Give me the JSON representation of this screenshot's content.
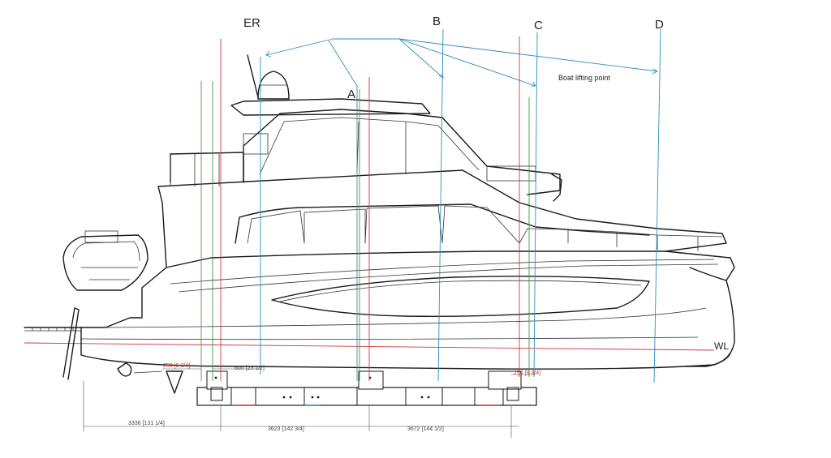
{
  "section_labels": {
    "er": "ER",
    "a": "A",
    "b": "B",
    "c": "C",
    "d": "D"
  },
  "annotations": {
    "lifting": "Boat lifting point",
    "waterline": "WL"
  },
  "dimensions": {
    "aft_offset": "250 [9 3/4]",
    "mid_offset": "600 [23 1/2]",
    "fwd_offset": "250 [9 3/4]",
    "span_1": "3336 [131 1/4]",
    "span_2": "3623 [142 3/4]",
    "span_3": "3672 [144 1/2]"
  },
  "colors": {
    "hull_line": "#1a1a1a",
    "lift_line": "#2f8fbf",
    "green_line": "#3c9a4a",
    "red_line": "#d23a3a",
    "waterline": "#d23a3a",
    "cradle_red": "#d23a3a",
    "cradle_blue": "#2f8fbf"
  }
}
